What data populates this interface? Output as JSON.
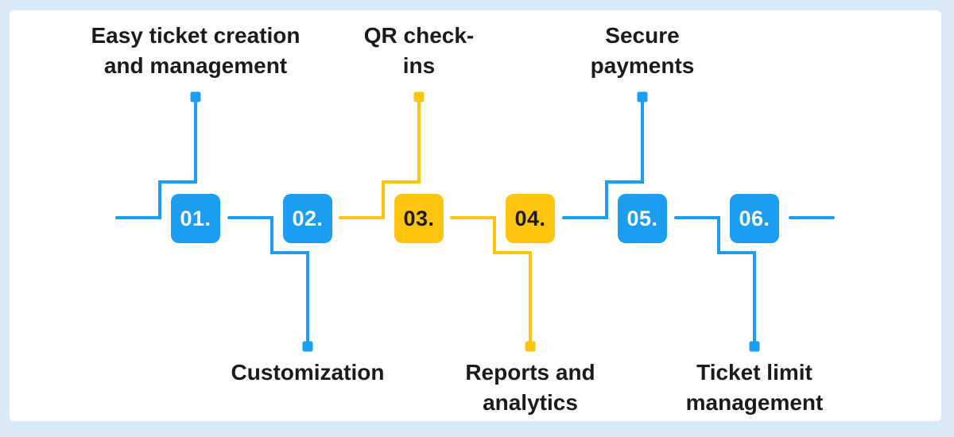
{
  "colors": {
    "blue": "#1B9DF0",
    "yellow": "#FFC40D",
    "text": "#1B1B1B",
    "frame_border": "#DBEAF9",
    "panel": "#FFFFFF"
  },
  "steps": [
    {
      "number": "01.",
      "label": "Easy ticket creation\nand management",
      "color": "blue",
      "label_position": "top"
    },
    {
      "number": "02.",
      "label": "Customization",
      "color": "blue",
      "label_position": "bottom"
    },
    {
      "number": "03.",
      "label": "QR check-\nins",
      "color": "yellow",
      "label_position": "top"
    },
    {
      "number": "04.",
      "label": "Reports and\nanalytics",
      "color": "yellow",
      "label_position": "bottom"
    },
    {
      "number": "05.",
      "label": "Secure\npayments",
      "color": "blue",
      "label_position": "top"
    },
    {
      "number": "06.",
      "label": "Ticket limit\nmanagement",
      "color": "blue",
      "label_position": "bottom"
    }
  ]
}
